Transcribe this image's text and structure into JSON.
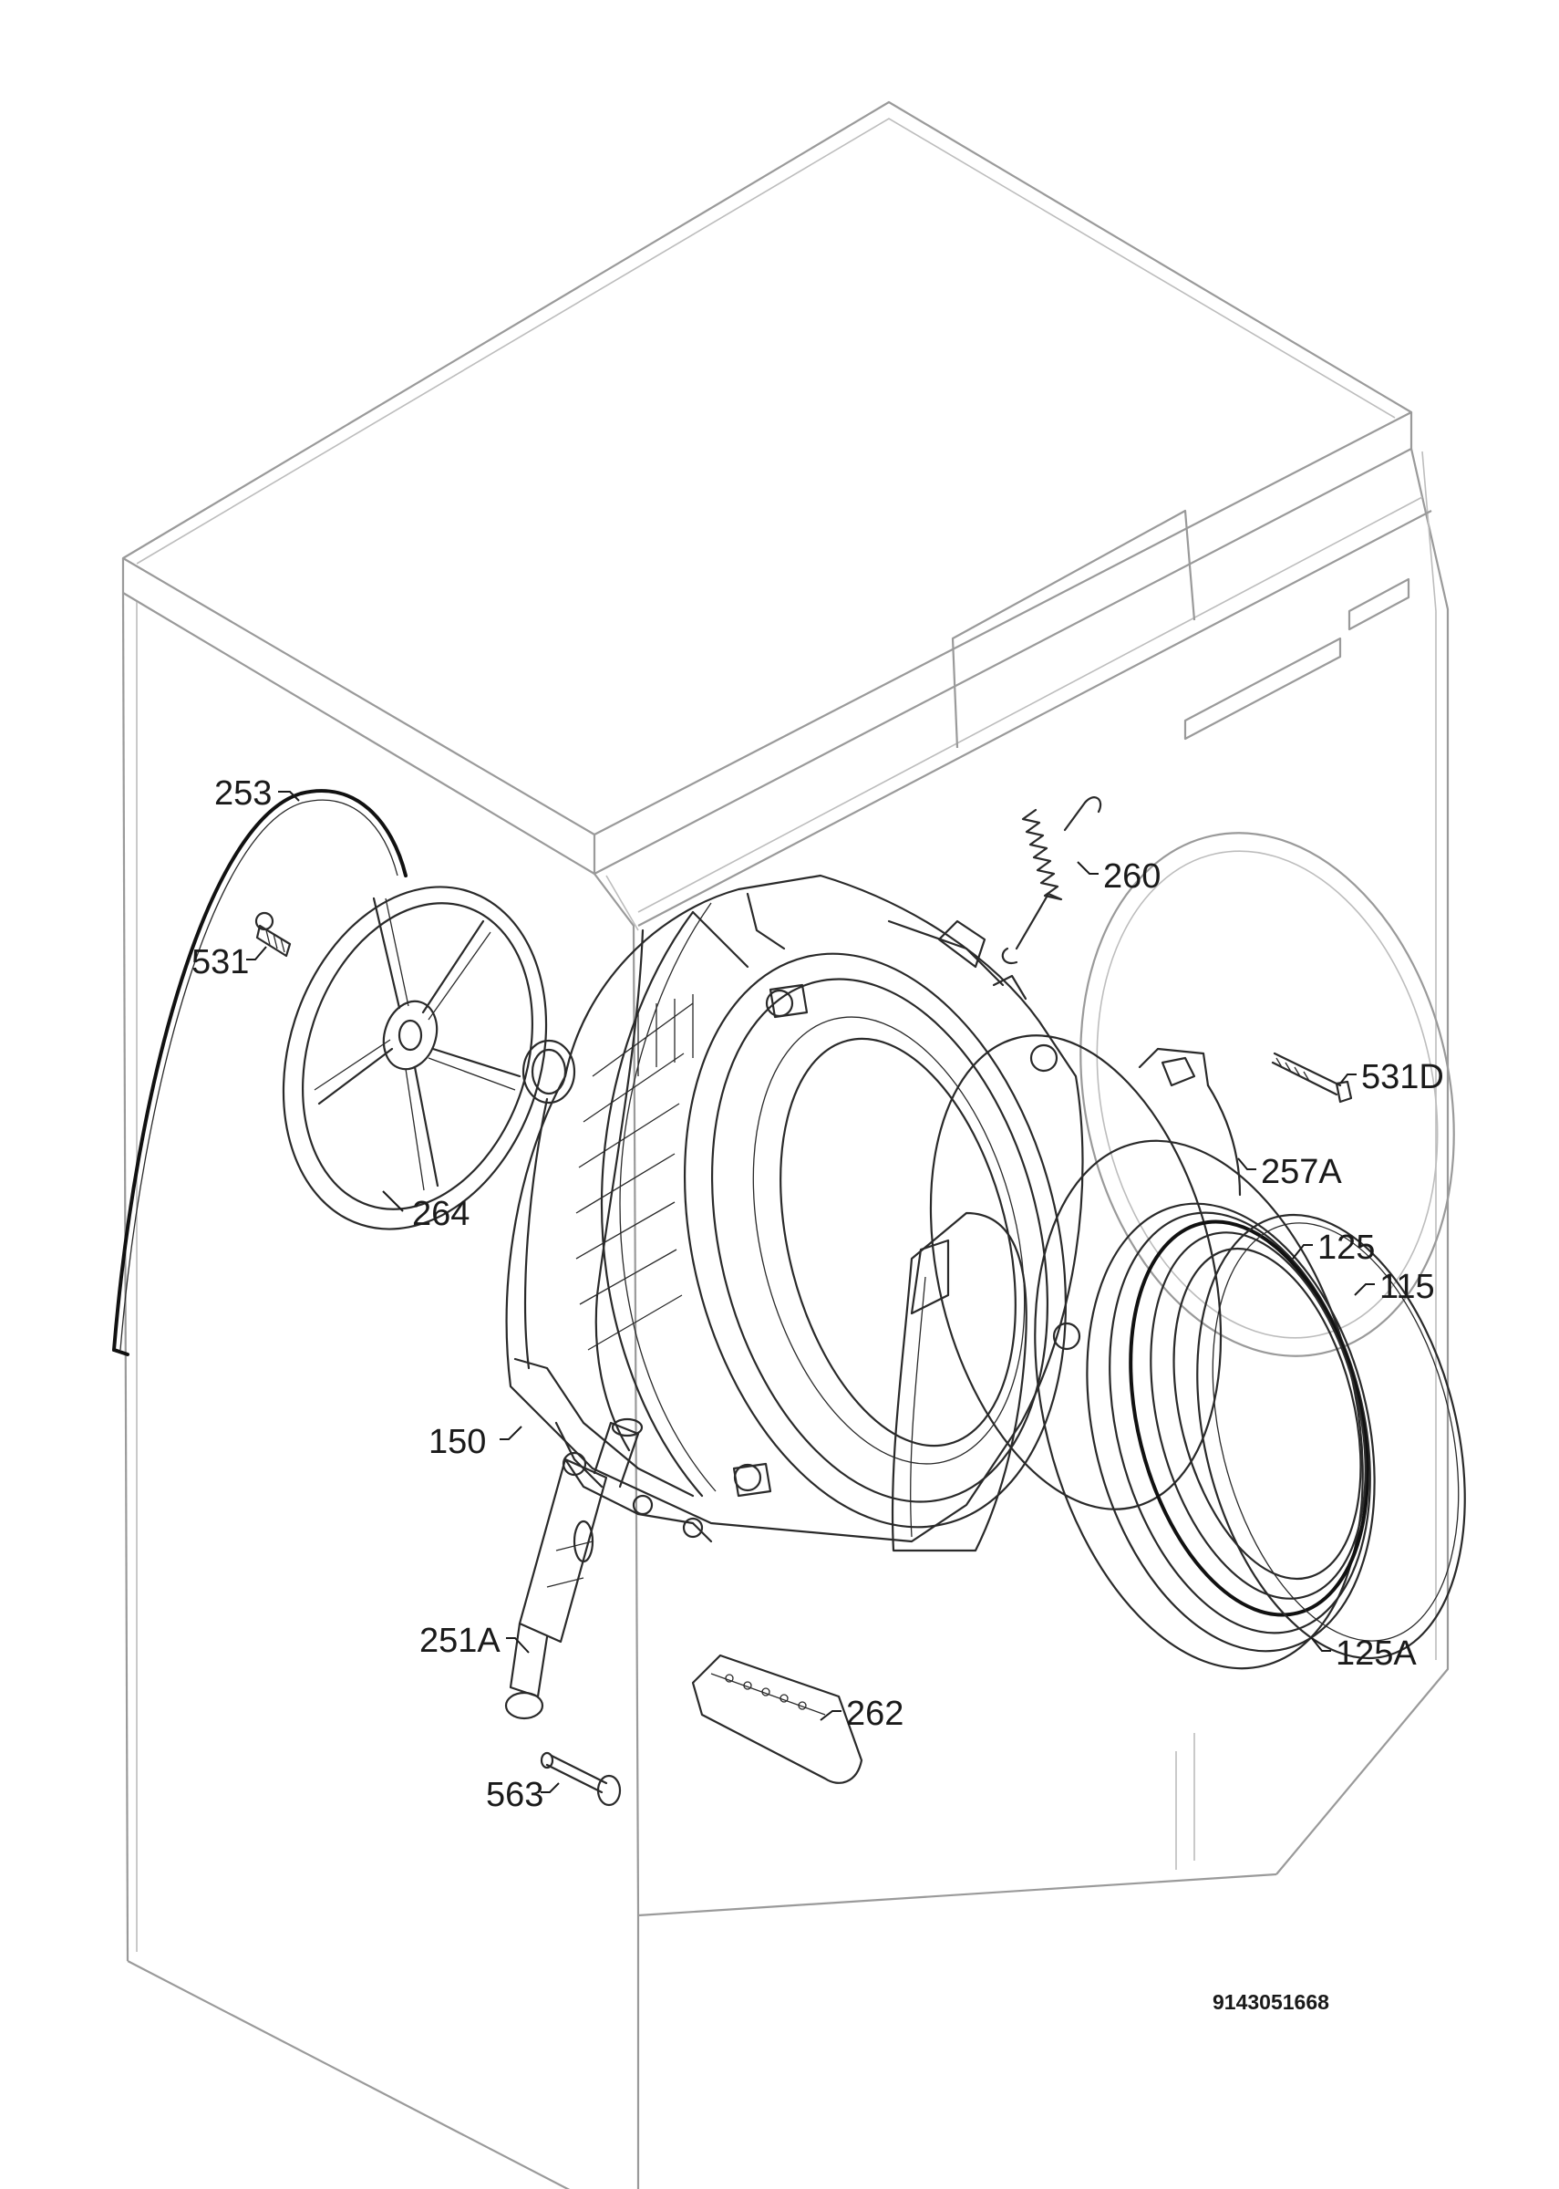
{
  "document_number": "9143051668",
  "callouts": {
    "p253": "253",
    "p531": "531",
    "p264": "264",
    "p260": "260",
    "p531D": "531D",
    "p257A": "257A",
    "p125": "125",
    "p115": "115",
    "p150": "150",
    "p251A": "251A",
    "p262": "262",
    "p563": "563",
    "p125A": "125A"
  },
  "colors": {
    "cabinet_line": "#9a9a9a",
    "part_line": "#2a2a2a",
    "label_text": "#1a1a1a"
  }
}
